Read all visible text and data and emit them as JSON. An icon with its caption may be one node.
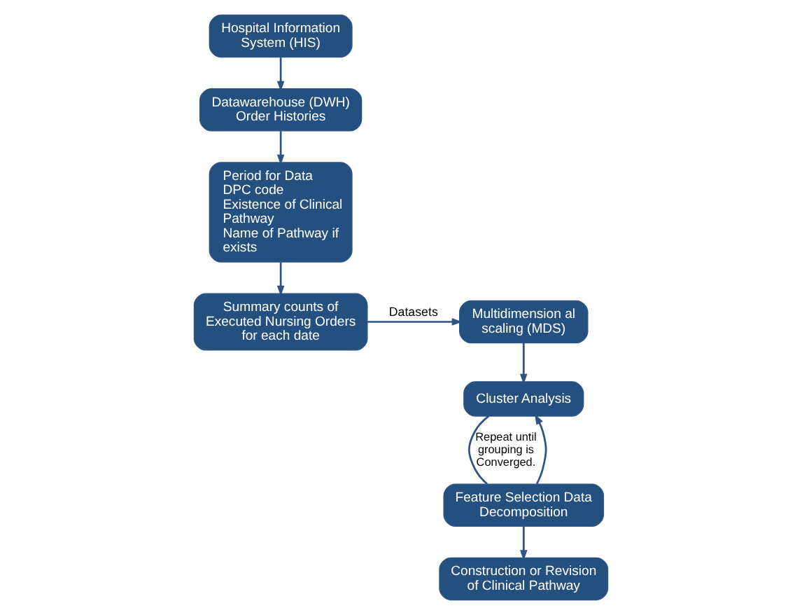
{
  "diagram": {
    "nodes": [
      {
        "text": [
          "Hospital Information System (HIS)"
        ]
      },
      {
        "text": [
          "Datawarehouse (DWH) Order Histories"
        ]
      },
      {
        "text": [
          "Period for Data",
          "DPC code",
          "Existence of Clinical Pathway",
          "Name of Pathway if exists"
        ]
      },
      {
        "text": [
          "Summary counts of Executed Nursing Orders for each date"
        ]
      },
      {
        "text": [
          "Multidimension al scaling (MDS)"
        ]
      },
      {
        "text": [
          "Cluster Analysis"
        ]
      },
      {
        "text": [
          "Feature Selection Data Decomposition"
        ]
      },
      {
        "text": [
          "Construction or Revision of Clinical Pathway"
        ]
      }
    ],
    "edges": [
      {
        "from": 0,
        "to": 1,
        "arrow": "to"
      },
      {
        "from": 1,
        "to": 2,
        "arrow": "to"
      },
      {
        "from": 2,
        "to": 3,
        "arrow": "to"
      },
      {
        "from": 3,
        "to": 4,
        "arrow": "to",
        "label": "Datasets"
      },
      {
        "from": 4,
        "to": 5,
        "arrow": "to"
      },
      {
        "from": 5,
        "to": 6,
        "arrow": "none",
        "label": "Repeat until grouping is Converged."
      },
      {
        "from": 6,
        "to": 5,
        "arrow": "to"
      },
      {
        "from": 6,
        "to": 7,
        "arrow": "to"
      }
    ]
  }
}
